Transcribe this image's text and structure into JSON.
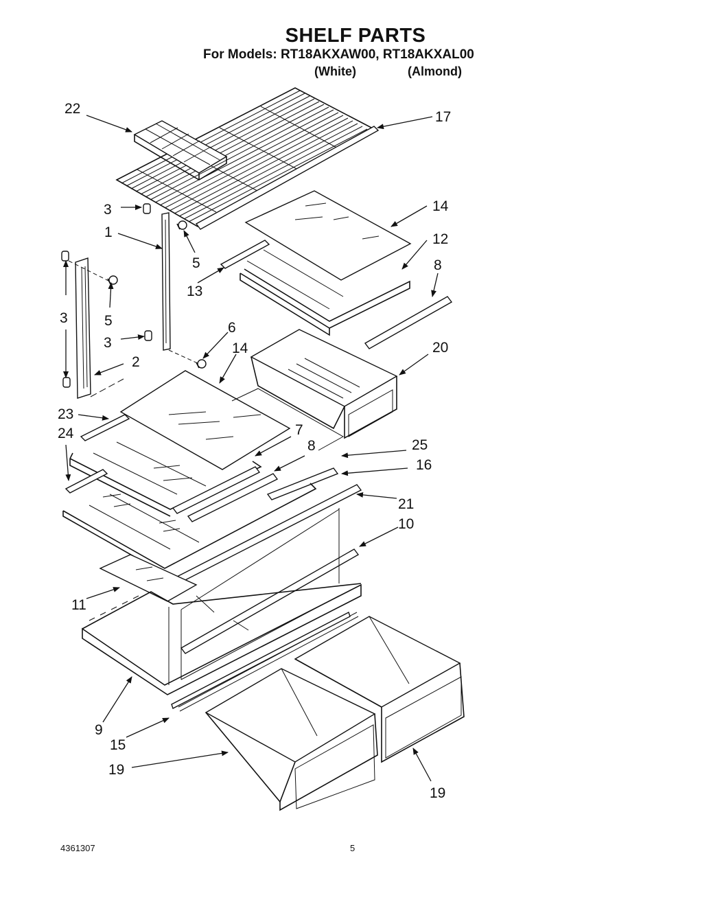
{
  "header": {
    "title": "SHELF PARTS",
    "subtitle": "For Models: RT18AKXAW00, RT18AKXAL00",
    "variant_white": "(White)",
    "variant_almond": "(Almond)"
  },
  "callouts": {
    "c22": "22",
    "c17": "17",
    "c3a": "3",
    "c1": "1",
    "c5a": "5",
    "c14a": "14",
    "c12": "12",
    "c13": "13",
    "c8a": "8",
    "c3b": "3",
    "c5b": "5",
    "c3c": "3",
    "c6": "6",
    "c14b": "14",
    "c20": "20",
    "c2": "2",
    "c23": "23",
    "c24": "24",
    "c7": "7",
    "c8b": "8",
    "c25": "25",
    "c16": "16",
    "c21": "21",
    "c10": "10",
    "c11": "11",
    "c9": "9",
    "c15": "15",
    "c19a": "19",
    "c19b": "19"
  },
  "footer": {
    "doc_number": "4361307",
    "page_number": "5"
  }
}
